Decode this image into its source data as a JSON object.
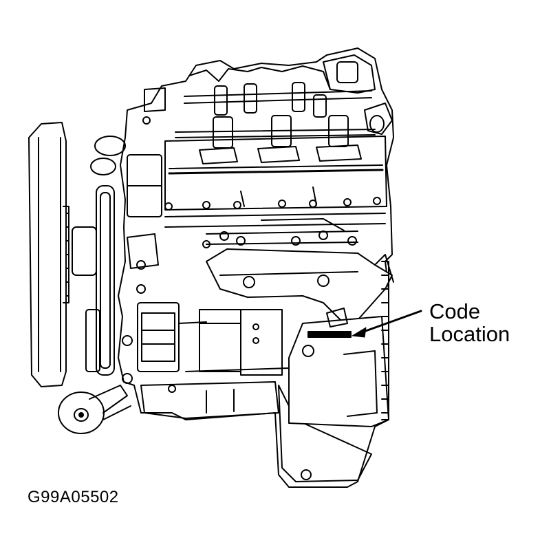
{
  "callout": {
    "line1": "Code",
    "line2": "Location"
  },
  "figure_id": "G99A05502",
  "colors": {
    "ink": "#000000",
    "paper": "#ffffff"
  }
}
